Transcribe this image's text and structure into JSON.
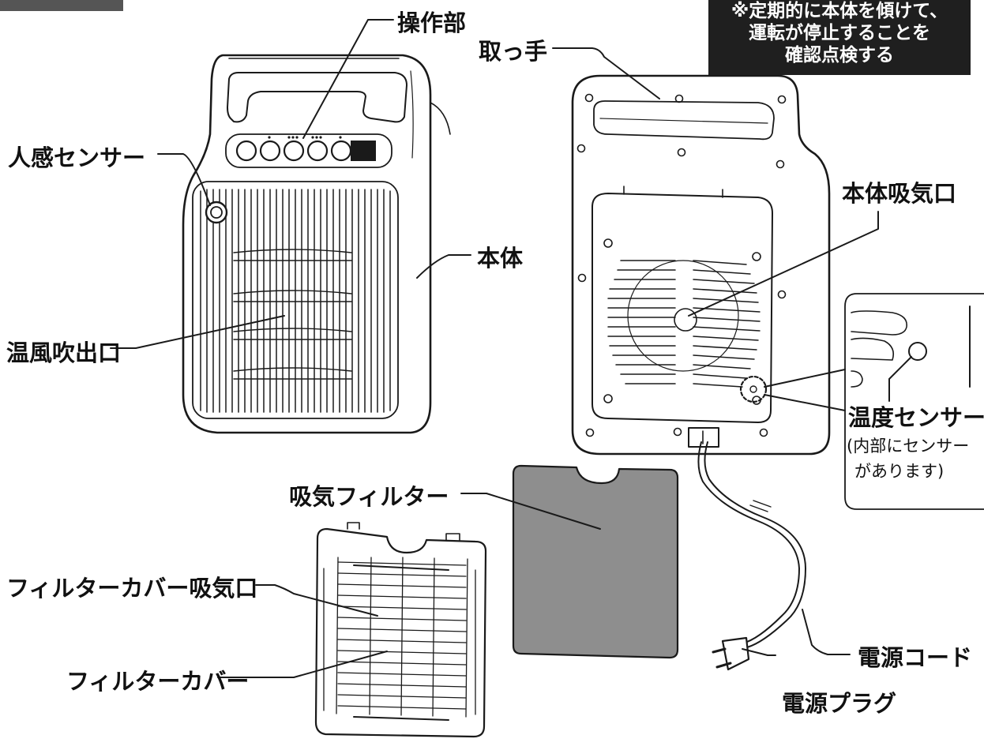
{
  "notice": {
    "lines": [
      "※定期的に本体を傾けて、",
      "運転が停止することを",
      "確認点検する"
    ]
  },
  "labels": {
    "control_panel": "操作部",
    "handle": "取っ手",
    "motion_sensor": "人感センサー",
    "body": "本体",
    "body_air_intake": "本体吸気口",
    "warm_air_outlet": "温風吹出口",
    "temperature_sensor": "温度センサー",
    "temperature_sensor_note_1": "(内部にセンサー",
    "temperature_sensor_note_2": "があります)",
    "intake_filter": "吸気フィルター",
    "filter_cover_intake": "フィルターカバー吸気口",
    "filter_cover": "フィルターカバー",
    "power_cord": "電源コード",
    "power_plug": "電源プラグ"
  },
  "colors": {
    "line": "#1a1a1a",
    "filter_fill": "#8e8e8e",
    "notice_bg": "#1f1f1f"
  }
}
